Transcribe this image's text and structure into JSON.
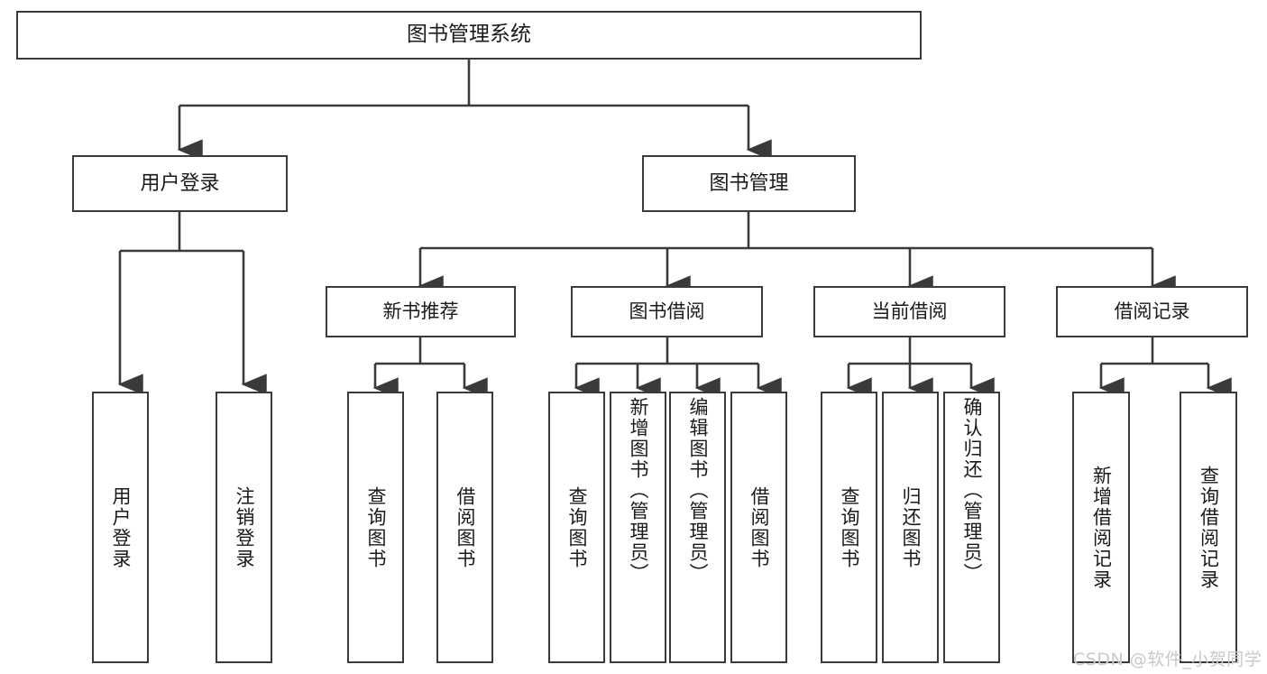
{
  "diagram": {
    "title": "图书管理系统",
    "type": "tree-hierarchy",
    "root": {
      "label": "图书管理系统"
    },
    "level2": [
      {
        "label": "用户登录"
      },
      {
        "label": "图书管理"
      }
    ],
    "level3": [
      {
        "label": "新书推荐"
      },
      {
        "label": "图书借阅"
      },
      {
        "label": "当前借阅"
      },
      {
        "label": "借阅记录"
      }
    ],
    "leaves": {
      "user_login": [
        {
          "label": "用户登录"
        },
        {
          "label": "注销登录"
        }
      ],
      "new_book_recommend": [
        {
          "label": "查询图书"
        },
        {
          "label": "借阅图书"
        }
      ],
      "book_borrow": [
        {
          "label": "查询图书"
        },
        {
          "label": "新增图书（管理员）"
        },
        {
          "label": "编辑图书（管理员）"
        },
        {
          "label": "借阅图书"
        }
      ],
      "current_borrow": [
        {
          "label": "查询图书"
        },
        {
          "label": "归还图书"
        },
        {
          "label": "确认归还（管理员）"
        }
      ],
      "borrow_record": [
        {
          "label": "新增借阅记录"
        },
        {
          "label": "查询借阅记录"
        }
      ]
    }
  },
  "watermark": {
    "text": "CSDN @软件_小贺同学"
  },
  "colors": {
    "stroke": "#3a3a3a",
    "text": "#1a1a1a",
    "background": "#ffffff",
    "watermark": "#c9c9c9"
  }
}
